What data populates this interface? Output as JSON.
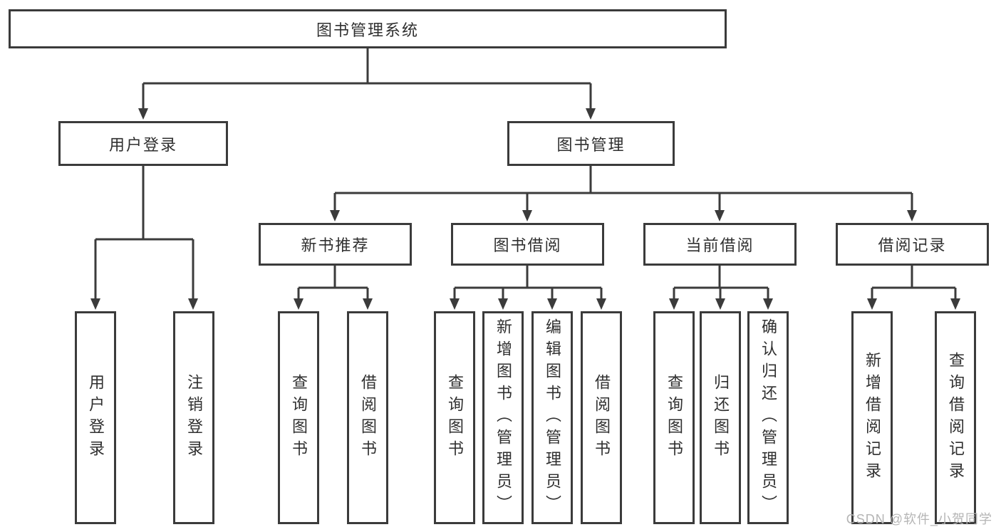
{
  "colors": {
    "line": "#3b3b3b",
    "border": "#3b3b3b",
    "text": "#2f2f2f",
    "background": "#ffffff",
    "watermark_text": "#b5b5b5"
  },
  "watermark": "CSDN @软件_小贺同学",
  "tree": {
    "root": "图书管理系统",
    "branches": [
      {
        "label": "用户登录",
        "children": [
          "用户登录",
          "注销登录"
        ]
      },
      {
        "label": "图书管理",
        "groups": [
          {
            "label": "新书推荐",
            "children": [
              "查询图书",
              "借阅图书"
            ]
          },
          {
            "label": "图书借阅",
            "children": [
              "查询图书",
              "新增图书（管理员）",
              "编辑图书（管理员）",
              "借阅图书"
            ]
          },
          {
            "label": "当前借阅",
            "children": [
              "查询图书",
              "归还图书",
              "确认归还（管理员）"
            ]
          },
          {
            "label": "借阅记录",
            "children": [
              "新增借阅记录",
              "查询借阅记录"
            ]
          }
        ]
      }
    ]
  }
}
